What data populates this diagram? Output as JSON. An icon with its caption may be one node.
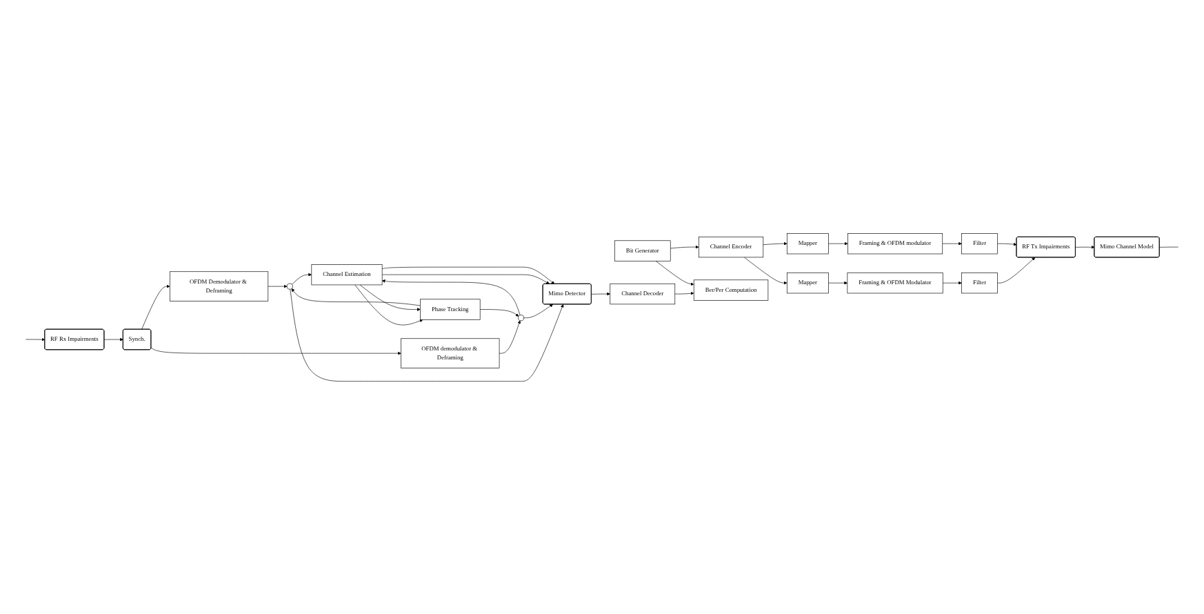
{
  "diagram": {
    "nodes": [
      {
        "text": [
          "Bit Generator"
        ]
      },
      {
        "text": [
          "Channel Encoder"
        ]
      },
      {
        "text": [
          "Mapper"
        ]
      },
      {
        "text": [
          "Framing & OFDM Modulator"
        ]
      },
      {
        "text": [
          "Filter"
        ]
      },
      {
        "text": [
          "Mapper"
        ]
      },
      {
        "text": [
          "Framing & OFDM modulator"
        ]
      },
      {
        "text": [
          "Filter"
        ]
      },
      {
        "text": [
          "RF Tx Impairments"
        ]
      },
      {
        "text": [
          "Mimo Channel Model"
        ]
      },
      {
        "text": [
          "Ber/Per Computation"
        ]
      },
      {
        "text": [
          "Channel Decoder"
        ]
      },
      {
        "text": [
          "Mimo Detector"
        ]
      },
      {
        "text": [
          "OFDM Demodulator & Deframing"
        ]
      },
      {
        "text": [
          "OFDM demodulator & Deframing"
        ]
      },
      {
        "text": [
          "Synch."
        ]
      },
      {
        "text": [
          "RF Rx Impairments"
        ]
      },
      {
        "text": [],
        "shape": "circle"
      },
      {
        "text": [],
        "shape": "circle"
      },
      {
        "text": [
          "Channel Estimation"
        ]
      },
      {
        "text": [
          "Phase Tracking"
        ]
      }
    ],
    "edges": [
      {
        "from": 0,
        "to": 1,
        "arrow": "to"
      },
      {
        "from": 1,
        "to": 2,
        "arrow": "to"
      },
      {
        "from": 1,
        "to": 5,
        "arrow": "to"
      },
      {
        "from": 2,
        "to": 3,
        "arrow": "to"
      },
      {
        "from": 5,
        "to": 6,
        "arrow": "to"
      },
      {
        "from": 3,
        "to": 4,
        "arrow": "to"
      },
      {
        "from": 6,
        "to": 7,
        "arrow": "to"
      },
      {
        "from": 4,
        "to": 8,
        "arrow": "to"
      },
      {
        "from": 7,
        "to": 8,
        "arrow": "to"
      },
      {
        "from": 8,
        "to": 9,
        "arrow": "to"
      },
      {
        "from": 9,
        "to": null,
        "arrow": "none"
      },
      {
        "from": null,
        "to": 16,
        "arrow": "to"
      },
      {
        "from": 16,
        "to": 15,
        "arrow": "to"
      },
      {
        "from": 15,
        "to": 13,
        "arrow": "to"
      },
      {
        "from": 15,
        "to": 14,
        "arrow": "to"
      },
      {
        "from": 13,
        "to": 17,
        "arrow": "to"
      },
      {
        "from": 14,
        "to": 18,
        "arrow": "to"
      },
      {
        "from": 17,
        "to": 12,
        "arrow": "to"
      },
      {
        "from": 18,
        "to": 12,
        "arrow": "to"
      },
      {
        "from": 17,
        "to": 19,
        "arrow": "to"
      },
      {
        "from": 18,
        "to": 19,
        "arrow": "to"
      },
      {
        "from": 20,
        "to": 18,
        "arrow": "to"
      },
      {
        "from": 20,
        "to": 17,
        "arrow": "to"
      },
      {
        "from": 19,
        "to": 20,
        "arrow": "to"
      },
      {
        "from": 19,
        "to": 20,
        "arrow": "to"
      },
      {
        "from": 19,
        "to": 12,
        "arrow": "to"
      },
      {
        "from": 19,
        "to": 12,
        "arrow": "to"
      },
      {
        "from": 12,
        "to": 11,
        "arrow": "to"
      },
      {
        "from": 11,
        "to": 10,
        "arrow": "to"
      },
      {
        "from": 0,
        "to": 10,
        "arrow": "to"
      }
    ]
  }
}
